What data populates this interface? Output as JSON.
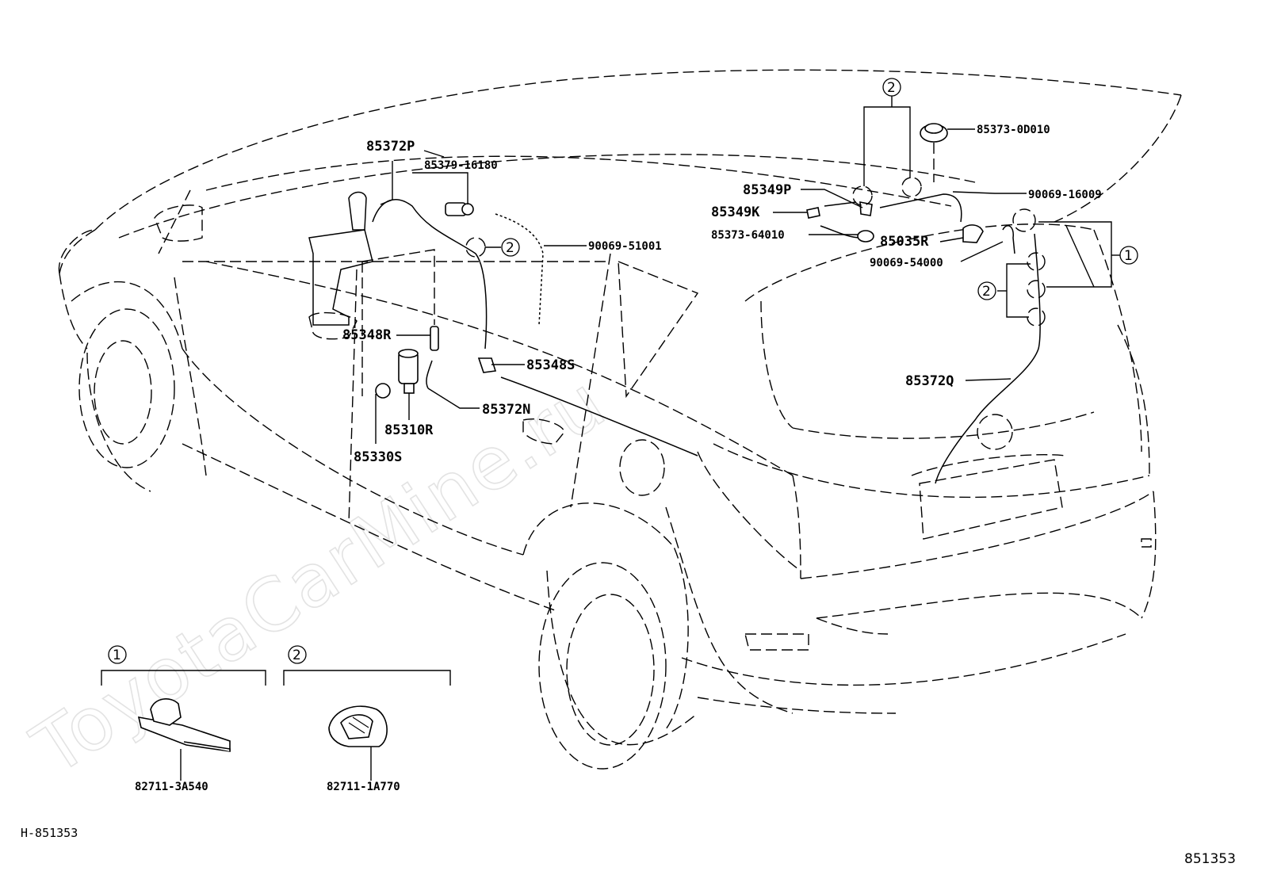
{
  "watermark": "ToyotaCarMine.ru",
  "drawing_code": "H-851353",
  "figure_number": "851353",
  "group_labels": {
    "one": "1",
    "two": "2"
  },
  "part_numbers": {
    "p85372P": "85372P",
    "p85379_16180": "85379-16180",
    "p90069_51001": "90069-51001",
    "p85348R": "85348R",
    "p85348S": "85348S",
    "p85372N": "85372N",
    "p85310R": "85310R",
    "p85330S": "85330S",
    "p85373_0D010": "85373-0D010",
    "p85349P": "85349P",
    "p90069_16009": "90069-16009",
    "p85349K": "85349K",
    "p85373_64010": "85373-64010",
    "p85035R": "85035R",
    "p90069_54000": "90069-54000",
    "p85372Q": "85372Q",
    "p82711_3A540": "82711-3A540",
    "p82711_1A770": "82711-1A770"
  }
}
